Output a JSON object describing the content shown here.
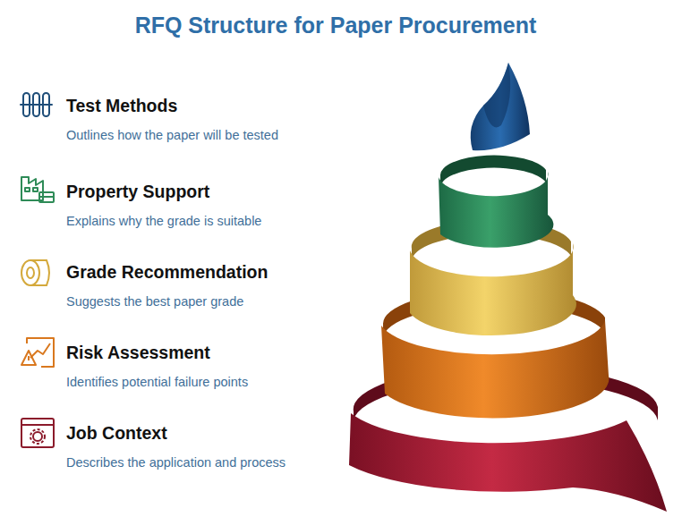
{
  "diagram": {
    "title": "RFQ Structure for Paper Procurement",
    "labels": [
      "Test Methods",
      "Outlines how the paper will be tested",
      "Property Support",
      "Explains why the grade is suitable",
      "Grade Recommendation",
      "Suggests the best paper grade",
      "Risk Assessment",
      "Identifies potential failure points",
      "Job Context",
      "Describes the application and process"
    ]
  }
}
